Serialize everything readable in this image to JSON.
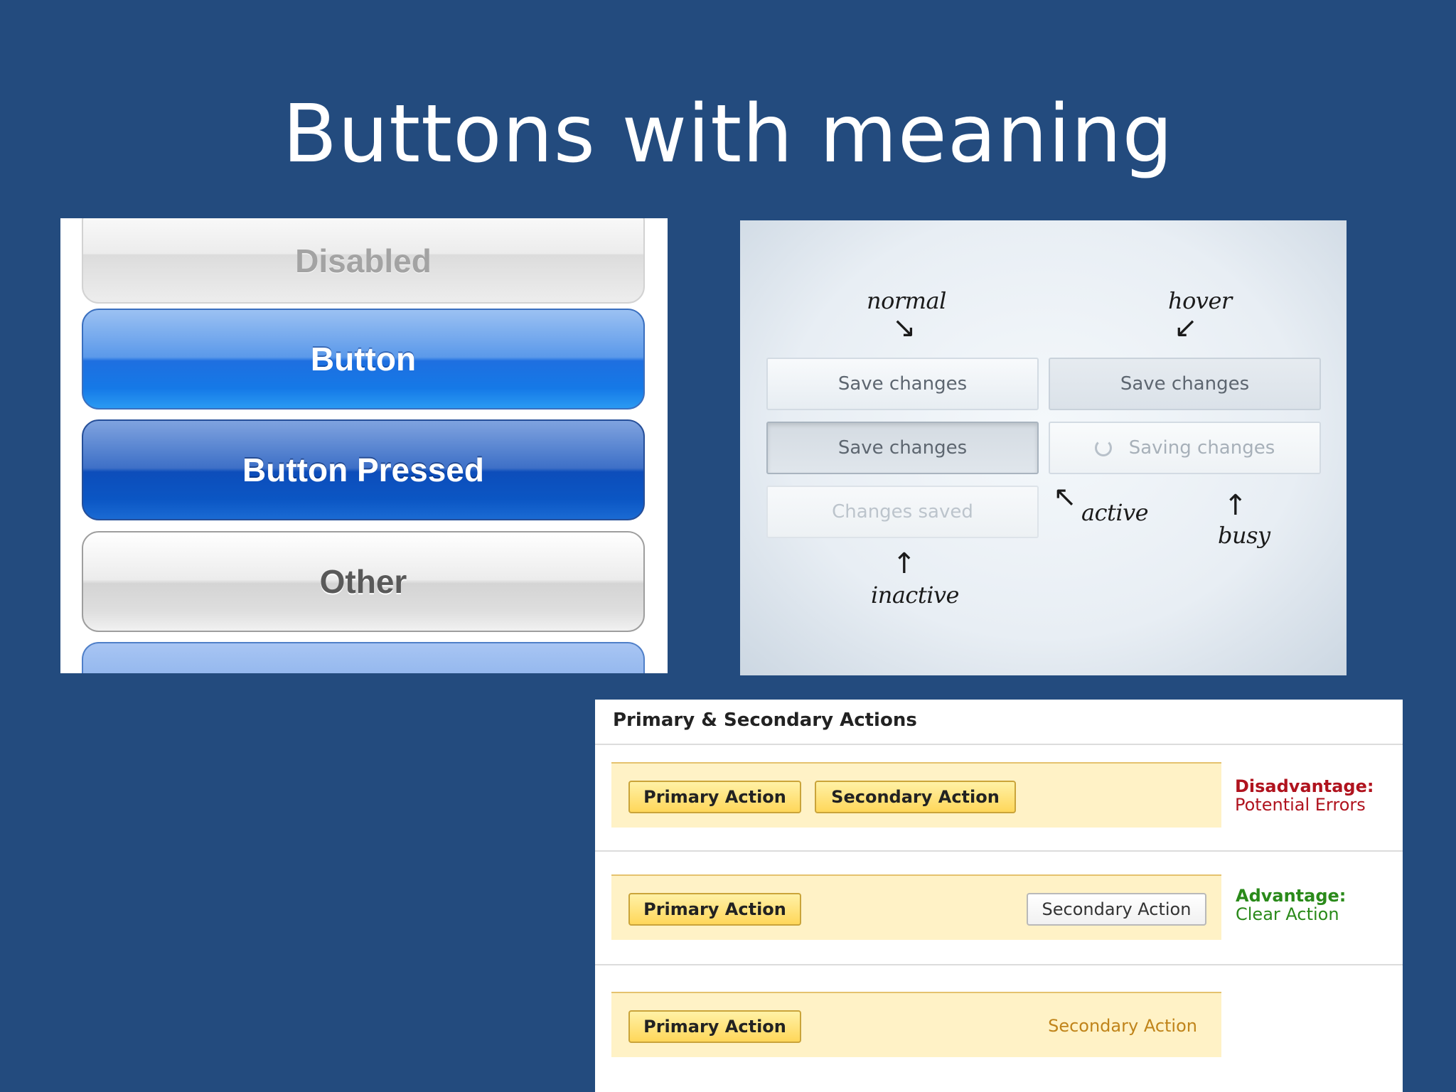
{
  "slide": {
    "title": "Buttons with meaning"
  },
  "ios_panel": {
    "disabled_label": "Disabled",
    "button_label": "Button",
    "pressed_label": "Button Pressed",
    "other_label": "Other"
  },
  "states_panel": {
    "normal_button": "Save changes",
    "hover_button": "Save changes",
    "active_button": "Save changes",
    "busy_button": "Saving changes",
    "inactive_button": "Changes saved",
    "annotations": {
      "normal": "normal",
      "hover": "hover",
      "active": "active",
      "busy": "busy",
      "inactive": "inactive"
    }
  },
  "actions_panel": {
    "title": "Primary & Secondary Actions",
    "rows": [
      {
        "primary": "Primary Action",
        "secondary": "Secondary Action",
        "note_title": "Disadvantage:",
        "note_text": "Potential Errors",
        "note_color": "#b0131e"
      },
      {
        "primary": "Primary Action",
        "secondary": "Secondary Action",
        "note_title": "Advantage:",
        "note_text": "Clear Action",
        "note_color": "#2a8a1a"
      },
      {
        "primary": "Primary Action",
        "secondary": "Secondary Action"
      }
    ]
  },
  "colors": {
    "slide_background": "#234b7e",
    "ios_blue": "#1e6fe0",
    "action_yellow": "#ffd75a",
    "action_row_bg": "#fff2c6",
    "link_orange": "#c0841a"
  }
}
